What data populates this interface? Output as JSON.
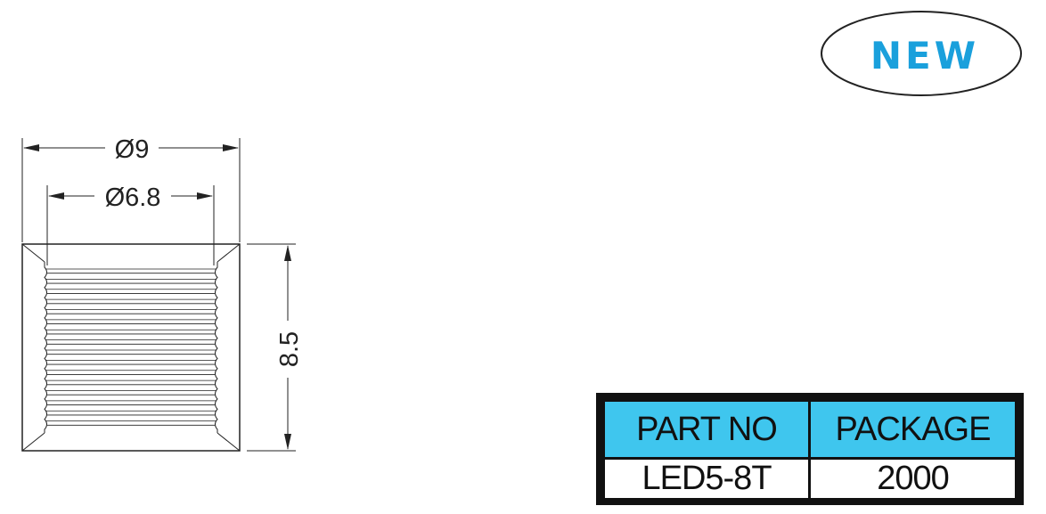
{
  "badge": {
    "label": "NEW"
  },
  "dimensions": {
    "outer_diameter": "Ø9",
    "inner_diameter": "Ø6.8",
    "length": "8.5"
  },
  "table": {
    "headers": [
      "PART NO",
      "PACKAGE"
    ],
    "rows": [
      [
        "LED5-8T",
        "2000"
      ]
    ]
  },
  "colors": {
    "header_fill": "#3fc6ee",
    "badge_text": "#1aa0dc",
    "line": "#222222"
  }
}
